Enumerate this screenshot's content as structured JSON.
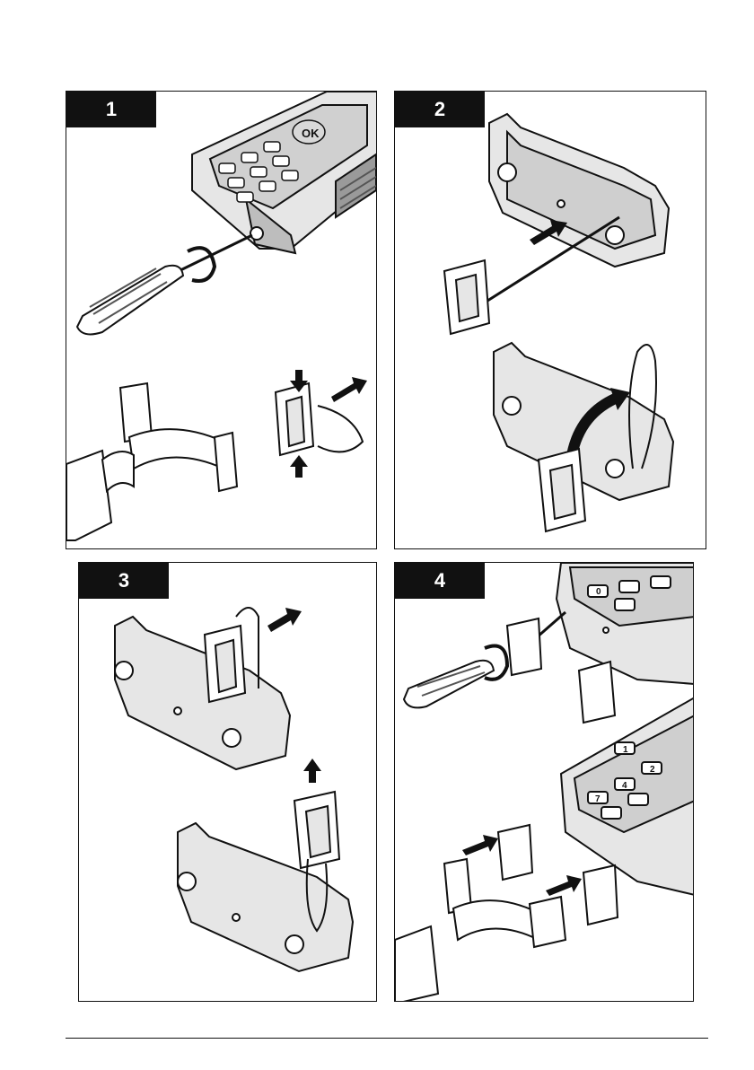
{
  "steps": [
    {
      "number": "1"
    },
    {
      "number": "2"
    },
    {
      "number": "3"
    },
    {
      "number": "4"
    }
  ],
  "device_keys": {
    "ok": "OK",
    "k1": "1",
    "k2": "2",
    "k4": "4",
    "k7": "7",
    "k0": "0"
  },
  "colors": {
    "ink": "#111111",
    "fill_light": "#e6e6e6",
    "fill_mid": "#c8c8c8",
    "fill_dark": "#8a8a8a"
  }
}
